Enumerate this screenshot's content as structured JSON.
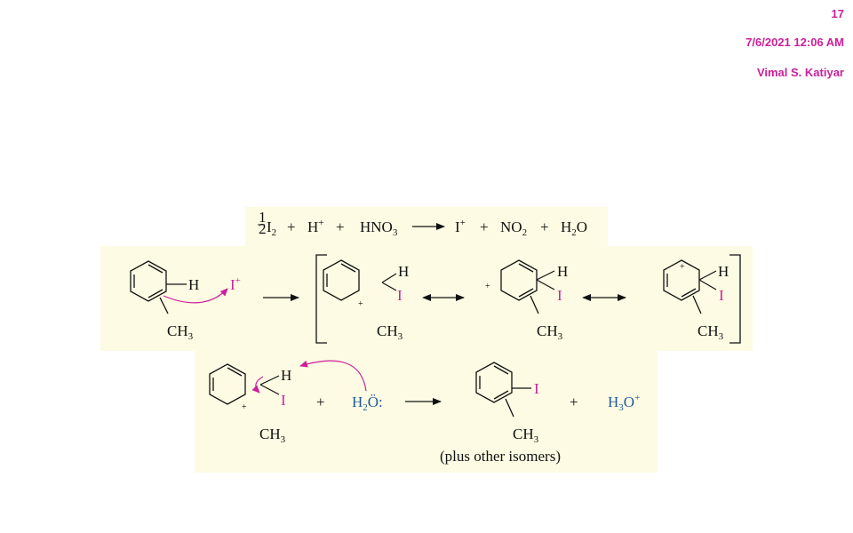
{
  "header": {
    "slide_number": "17",
    "datetime": "7/6/2021 12:06 AM",
    "author": "Vimal S. Katiyar"
  },
  "diagram": {
    "equation": {
      "fraction_num": "1",
      "fraction_den": "2",
      "iodine": "I",
      "iodine_sub": "2",
      "plus1": "+",
      "proton": "H",
      "proton_sup": "+",
      "plus2": "+",
      "nitric_acid": "HNO",
      "nitric_acid_sub": "3",
      "iodonium": "I",
      "iodonium_sup": "+",
      "plus3": "+",
      "nitrogen_dioxide": "NO",
      "nitrogen_dioxide_sub": "2",
      "plus4": "+",
      "water_h": "H",
      "water_sub": "2",
      "water_o": "O"
    },
    "step1": {
      "reactant_h": "H",
      "reactant_ch": "CH",
      "reactant_ch_sub": "3",
      "electrophile": "I",
      "electrophile_sup": "+",
      "sigma_complex": [
        {
          "h": "H",
          "i": "I",
          "ch": "CH",
          "sub": "3",
          "charge": "+"
        },
        {
          "h": "H",
          "i": "I",
          "ch": "CH",
          "sub": "3",
          "charge": "+"
        },
        {
          "h": "H",
          "i": "I",
          "ch": "CH",
          "sub": "3",
          "charge": "+"
        }
      ]
    },
    "step2": {
      "intermediate": {
        "h": "H",
        "i": "I",
        "ch": "CH",
        "sub": "3",
        "charge": "+"
      },
      "plus1": "+",
      "base_h": "H",
      "base_sub": "2",
      "base_o": "Ö:",
      "product_i": "I",
      "product_ch": "CH",
      "product_sub": "3",
      "plus2": "+",
      "hydronium_h": "H",
      "hydronium_sub": "3",
      "hydronium_o": "O",
      "hydronium_sup": "+",
      "note": "(plus other isomers)"
    }
  },
  "colors": {
    "header": "#cc1f9a",
    "panel": "#fdfbe3",
    "iodine": "#cc1f9a",
    "water": "#1e5a9e",
    "bonds": "#111111"
  },
  "icons": {
    "reaction_arrow": "long-right-arrow",
    "resonance_arrow": "double-headed-arrow",
    "mechanism_arrow": "curved-arrow"
  }
}
